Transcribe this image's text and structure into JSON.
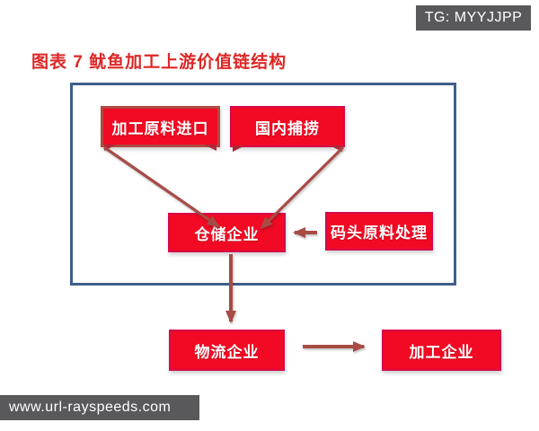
{
  "header": {
    "badge": "TG: MYYJJPP",
    "title": "图表 7 鱿鱼加工上游价值链结构"
  },
  "diagram": {
    "nodes": {
      "import": {
        "label": "加工原料进口"
      },
      "domestic_catch": {
        "label": "国内捕捞"
      },
      "warehouse": {
        "label": "仓储企业"
      },
      "dock": {
        "label": "码头原料处理"
      },
      "logistics": {
        "label": "物流企业"
      },
      "processing": {
        "label": "加工企业"
      }
    },
    "edges": [
      {
        "from": "加工原料进口",
        "to": "仓储企业"
      },
      {
        "from": "国内捕捞",
        "to": "仓储企业"
      },
      {
        "from": "码头原料处理",
        "to": "仓储企业"
      },
      {
        "from": "仓储企业",
        "to": "物流企业"
      },
      {
        "from": "物流企业",
        "to": "加工企业"
      }
    ]
  },
  "footer": {
    "watermark": "www.url-rayspeeds.com"
  },
  "colors": {
    "node_fill": "#f20a24",
    "node_border": "#d40a4b",
    "import_node_border": "#b04843",
    "arrow": "#a84b45",
    "frame_border": "#3e5f8a",
    "title_text": "#dd2726",
    "bar_background": "#59595b",
    "bar_text": "#ffffff"
  }
}
